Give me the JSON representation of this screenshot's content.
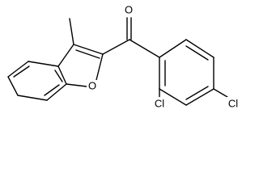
{
  "molecule": {
    "labels": {
      "oxygen_carbonyl": "O",
      "oxygen_ring": "O",
      "chlorine_ortho": "Cl",
      "chlorine_para": "Cl"
    },
    "colors": {
      "bond": "#000000",
      "background": "#ffffff"
    }
  }
}
